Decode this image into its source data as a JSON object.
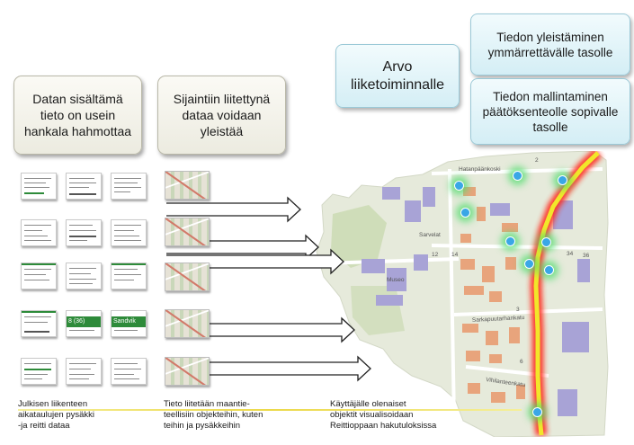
{
  "boxes": {
    "data_hard": "Datan  sisältämä\ntieto  on usein\nhankala hahmottaa",
    "location_data": "Sijaintiin liitettynä\ndataa voidaan\nyleistää",
    "business_value": "Arvo\nliiketoiminnalle",
    "generalize": "Tiedon yleistäminen\nymmärrettävälle tasolle",
    "modeling": "Tiedon mallintaminen\npäätöksenteolle sopivalle\ntasolle"
  },
  "captions": {
    "transit": "Julkisen liikenteen\naikataulujen pysäkki\n-ja reitti dataa",
    "linking": "Tieto liitetään maantie-\nteellisiin objekteihin, kuten\nteihin ja pysäkkeihin",
    "visualize": "Käyttäjälle olenaiset\nobjektit visualisoidaan\nReittioppaan hakutuloksissa"
  },
  "thumb_labels": {
    "stop_tag": "8 (36)",
    "stop_name": "Sandvik"
  },
  "map_labels": {
    "street1": "Hatanpäänkoski",
    "street2": "Sarkapuutarhankatu",
    "street3": "Vihilanteenkatu",
    "place1": "Sarvelat",
    "place2": "Museo",
    "num1": "12",
    "num2": "14",
    "num3": "36",
    "num4": "34",
    "num5": "2",
    "num6": "3",
    "num7": "6"
  },
  "colors": {
    "route_core": "#f2e62a",
    "route_glow": "#ff2a1a",
    "poi": "#3aa7e6",
    "building_purple": "#a8a3d6",
    "building_orange": "#e8a47c"
  }
}
